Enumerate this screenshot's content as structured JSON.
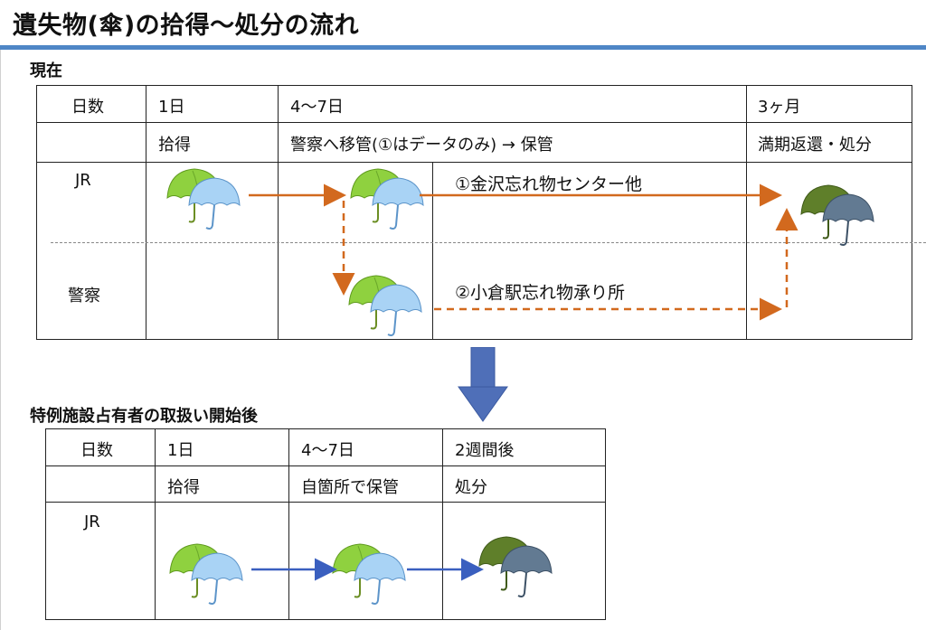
{
  "title": "遺失物(傘)の拾得～処分の流れ",
  "current": {
    "heading": "現在",
    "row_label_days": "日数",
    "col1": {
      "day": "1日",
      "action": "拾得"
    },
    "col2": {
      "day": "4～7日",
      "action": "警察へ移管(①はデータのみ) → 保管"
    },
    "col3": {
      "day": "3ヶ月",
      "action": "満期返還・処分"
    },
    "lane_jr": "JR",
    "lane_police": "警察",
    "route1": "①金沢忘れ物センター他",
    "route2": "②小倉駅忘れ物承り所"
  },
  "after": {
    "heading": "特例施設占有者の取扱い開始後",
    "row_label_days": "日数",
    "col1": {
      "day": "1日",
      "action": "拾得"
    },
    "col2": {
      "day": "4～7日",
      "action": "自箇所で保管"
    },
    "col3": {
      "day": "2週間後",
      "action": "処分"
    },
    "lane_jr": "JR"
  },
  "icons": {
    "umbrella_fresh": "umbrella-pair-icon",
    "umbrella_disposed": "umbrella-dark-icon"
  },
  "colors": {
    "accent_bar": "#4f86c6",
    "orange_arrow": "#d2691e",
    "blue_arrow": "#3a5fbf",
    "big_arrow": "#4f6fb8"
  }
}
